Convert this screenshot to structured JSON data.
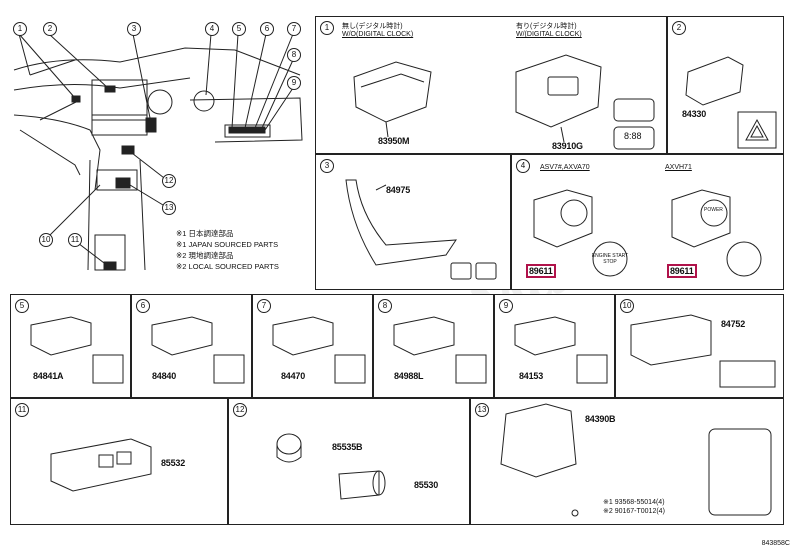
{
  "overview": {
    "callouts": [
      "1",
      "2",
      "3",
      "4",
      "5",
      "6",
      "7",
      "8",
      "9",
      "10",
      "11",
      "12",
      "13"
    ],
    "notes": [
      "※1 日本調達部品",
      "※1 JAPAN SOURCED PARTS",
      "※2 現地調達部品",
      "※2 LOCAL SOURCED PARTS"
    ]
  },
  "panels": {
    "p1": {
      "num": "1",
      "head_a": "無し(デジタル時計)",
      "sub_a": "W/O(DIGITAL CLOCK)",
      "head_b": "有り(デジタル時計)",
      "sub_b": "W/(DIGITAL CLOCK)",
      "part_a": "83950M",
      "part_b": "83910G",
      "clock": "8:88"
    },
    "p2": {
      "num": "2",
      "part": "84330"
    },
    "p3": {
      "num": "3",
      "part": "84975"
    },
    "p4": {
      "num": "4",
      "model_a": "ASV7#,AXVA70",
      "model_b": "AXVH71",
      "part_a": "89611",
      "part_b": "89611",
      "btn_a": "ENGINE START STOP",
      "btn_b": "POWER"
    },
    "p5": {
      "num": "5",
      "part": "84841A"
    },
    "p6": {
      "num": "6",
      "part": "84840"
    },
    "p7": {
      "num": "7",
      "part": "84470"
    },
    "p8": {
      "num": "8",
      "part": "84988L"
    },
    "p9": {
      "num": "9",
      "part": "84153"
    },
    "p10": {
      "num": "10",
      "part": "84752"
    },
    "p11": {
      "num": "11",
      "part": "85532"
    },
    "p12": {
      "num": "12",
      "part_a": "85535B",
      "part_b": "85530"
    },
    "p13": {
      "num": "13",
      "part": "84390B",
      "note_1": "※1 93568-55014(4)",
      "note_2": "※2 90167-T0012(4)"
    }
  },
  "footer": {
    "code": "843858C"
  },
  "watermark": "Toyota-CarMats.ru",
  "colors": {
    "highlight": "#b0124a",
    "line": "#222222"
  }
}
